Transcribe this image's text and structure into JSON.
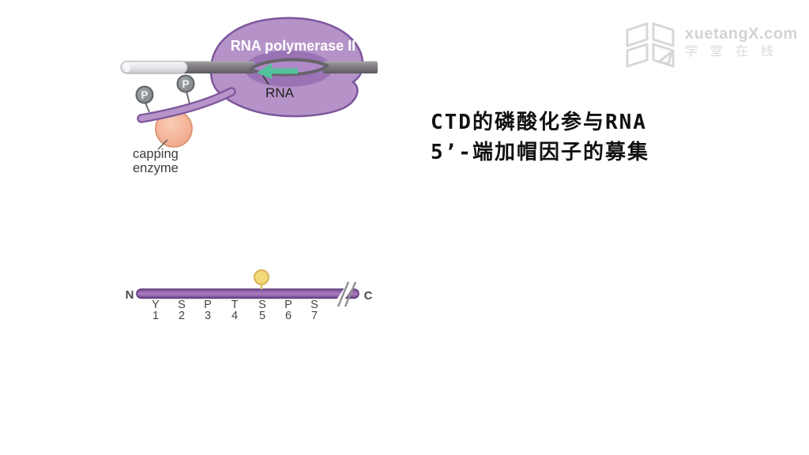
{
  "slide": {
    "background": "#ffffff"
  },
  "caption": {
    "line1": "CTD的磷酸化参与RNA",
    "line2": "5’-端加帽因子的募集"
  },
  "polymerase_figure": {
    "title": "RNA polymerase II",
    "rna_label": "RNA",
    "phosphate_label": "P",
    "capping_enzyme_label": {
      "line1": "capping",
      "line2": "enzyme"
    },
    "colors": {
      "polymerase_fill": "#b593c8",
      "polymerase_outline": "#7d569c",
      "cleft_fill": "#9973b4",
      "dna_dark": "#7b787e",
      "dna_light": "#e9e7eb",
      "rna_green": "#52c19c",
      "phosphate_gray": "#8e9297",
      "capping_enzyme_fill": "#f3a98b"
    }
  },
  "ctd_figure": {
    "n_terminus": "N",
    "c_terminus": "C",
    "residues": [
      {
        "letter": "Y",
        "number": "1"
      },
      {
        "letter": "S",
        "number": "2"
      },
      {
        "letter": "P",
        "number": "3"
      },
      {
        "letter": "T",
        "number": "4"
      },
      {
        "letter": "S",
        "number": "5"
      },
      {
        "letter": "P",
        "number": "6"
      },
      {
        "letter": "S",
        "number": "7"
      }
    ],
    "phosphorylated_residue": "S5",
    "colors": {
      "bar_fill": "#9063a8",
      "bar_outline": "#5f3c7e",
      "phosphate_yellow": "#f4d87c"
    }
  },
  "watermark": {
    "brand": "xuetangX.com",
    "brand_cn": "学堂在线"
  }
}
